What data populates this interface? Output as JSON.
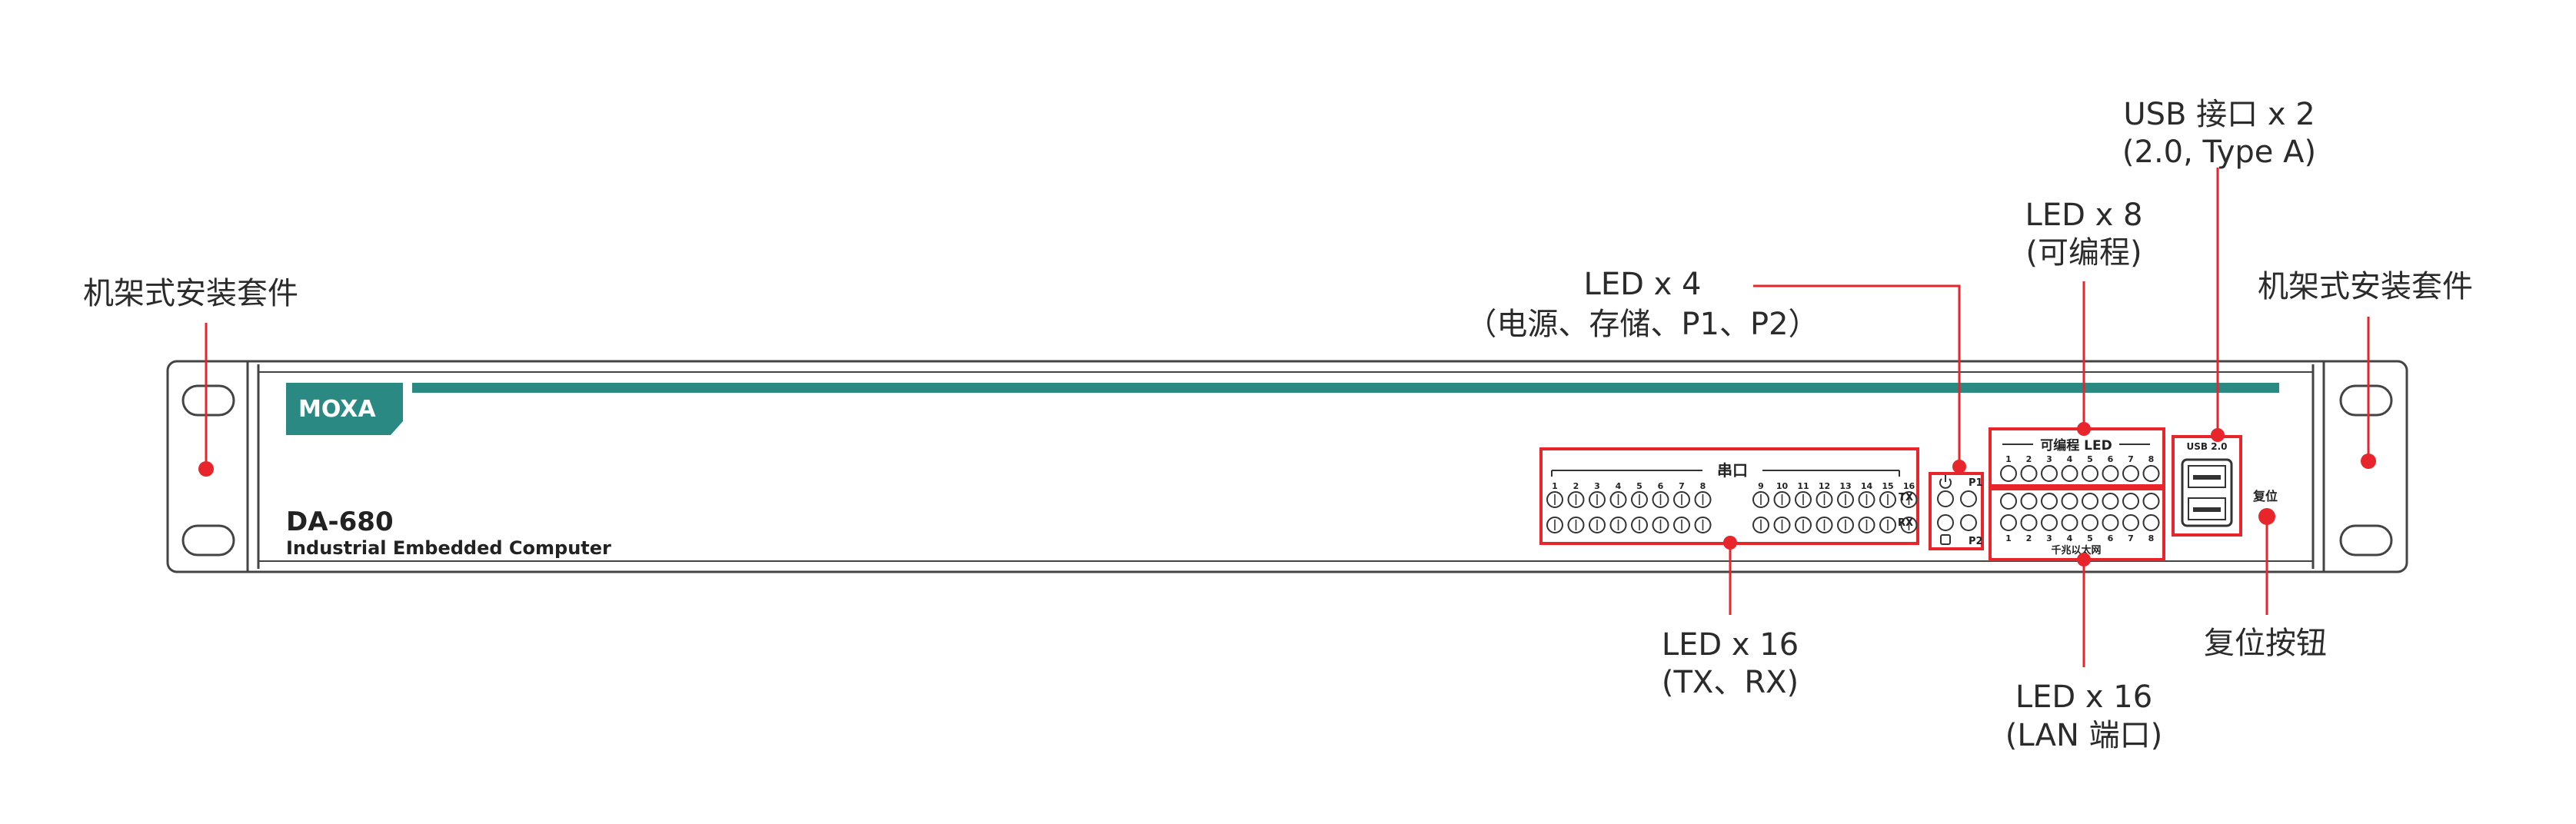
{
  "device": {
    "logo": "MOXA",
    "model": "DA-680",
    "subtitle": "Industrial Embedded Computer"
  },
  "panel": {
    "serial_label": "串口",
    "serial_ports_left": [
      "1",
      "2",
      "3",
      "4",
      "5",
      "6",
      "7",
      "8"
    ],
    "serial_ports_right": [
      "9",
      "10",
      "11",
      "12",
      "13",
      "14",
      "15",
      "16"
    ],
    "tx_label": "TX",
    "rx_label": "RX",
    "p1_label": "P1",
    "p2_label": "P2",
    "prog_led_label": "可编程 LED",
    "prog_led_numbers": [
      "1",
      "2",
      "3",
      "4",
      "5",
      "6",
      "7",
      "8"
    ],
    "lan_numbers": [
      "1",
      "2",
      "3",
      "4",
      "5",
      "6",
      "7",
      "8"
    ],
    "lan_label": "千兆以太网",
    "usb_label": "USB 2.0",
    "reset_label": "复位"
  },
  "callouts": {
    "rack_left": "机架式安装套件",
    "rack_right": "机架式安装套件",
    "usb_line1": "USB 接口 x 2",
    "usb_line2": "(2.0, Type A)",
    "led8_line1": "LED x 8",
    "led8_line2": "(可编程)",
    "led4_line1": "LED x 4",
    "led4_line2": "（电源、存储、P1、P2）",
    "led16_serial_line1": "LED x 16",
    "led16_serial_line2": "(TX、RX)",
    "led16_lan_line1": "LED x 16",
    "led16_lan_line2": "(LAN 端口)",
    "reset_button": "复位按钮"
  },
  "colors": {
    "callout_red": "#e8252b",
    "brand_teal": "#2a8a83",
    "outline": "#444444"
  }
}
